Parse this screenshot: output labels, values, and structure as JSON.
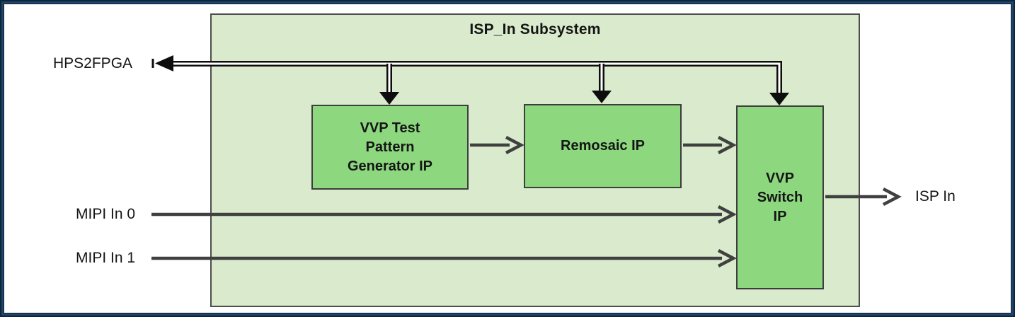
{
  "diagram": {
    "title": "ISP_In Subsystem",
    "blocks": {
      "tpg": {
        "name": "VVP Test Pattern Generator IP",
        "line1": "VVP Test",
        "line2": "Pattern",
        "line3": "Generator IP"
      },
      "remosaic": {
        "name": "Remosaic IP",
        "line1": "Remosaic IP"
      },
      "switch": {
        "name": "VVP Switch IP",
        "line1": "VVP",
        "line2": "Switch",
        "line3": "IP"
      }
    },
    "ports": {
      "hps2fpga": "HPS2FPGA",
      "mipi0": "MIPI In 0",
      "mipi1": "MIPI In 1",
      "isp_in": "ISP In"
    },
    "colors": {
      "subsystem_fill": "#d9eacd",
      "block_fill": "#8dd87f",
      "block_border": "#3d3d3d",
      "subsystem_border": "#4d4d4d",
      "signal_arrow": "#404040",
      "bus_line": "#0d0d0d",
      "frame_outer": "#0e2438",
      "frame_inner": "#20456b",
      "background": "#ffffff",
      "text": "#151515"
    }
  }
}
